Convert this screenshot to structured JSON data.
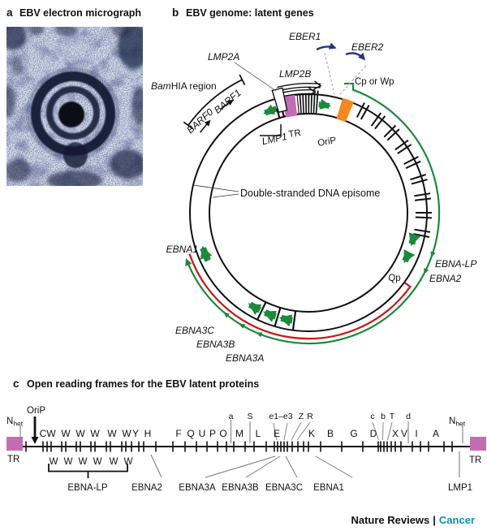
{
  "panel_a": {
    "letter": "a",
    "title": "EBV electron micrograph"
  },
  "panel_b": {
    "letter": "b",
    "title": "EBV genome: latent genes",
    "labels": {
      "bam_italic": "Bam",
      "bam_rest": "HIA region",
      "barf0": "BARF0",
      "barf1": "BARF1",
      "lmp2a": "LMP2A",
      "lmp2b": "LMP2B",
      "lmp1": "LMP1",
      "tr": "TR",
      "orip": "OriP",
      "eber1": "EBER1",
      "eber2": "EBER2",
      "cp_or_wp": "Cp or Wp",
      "episome": "Double-stranded DNA episome",
      "qp": "Qp",
      "ebna_lp": "EBNA-LP",
      "ebna2": "EBNA2",
      "ebna1": "EBNA1",
      "ebna3a": "EBNA3A",
      "ebna3b": "EBNA3B",
      "ebna3c": "EBNA3C"
    }
  },
  "panel_c": {
    "letter": "c",
    "title": "Open reading frames for the EBV latent proteins",
    "n": "N",
    "n_sub": "het",
    "tr_left": "TR",
    "tr_right": "TR",
    "orip": "OriP",
    "top_letters": [
      "C",
      "W",
      "W",
      "W",
      "W",
      "W",
      "W",
      "Y",
      "H",
      "F",
      "Q",
      "U",
      "P",
      "O",
      "M",
      "L",
      "E",
      "K",
      "B",
      "G",
      "D",
      "X",
      "V",
      "I",
      "A"
    ],
    "bottom_letters": [
      "W",
      "W",
      "W",
      "W",
      "W",
      "W"
    ],
    "small_letters": [
      "a",
      "S",
      "e1–e3",
      "Z",
      "R",
      "c",
      "b",
      "T",
      "d"
    ],
    "proteins": [
      "EBNA-LP",
      "EBNA2",
      "EBNA3A",
      "EBNA3B",
      "EBNA3C",
      "EBNA1",
      "LMP1"
    ]
  },
  "footer": {
    "brand": "Nature Reviews",
    "separator": "|",
    "journal": "Cancer"
  },
  "colors": {
    "pink": "#c46cb2",
    "orange": "#f6861f",
    "green": "#1b8a3c",
    "red": "#cc1617",
    "eber_blue": "#28327f",
    "teal": "#0695a8"
  }
}
